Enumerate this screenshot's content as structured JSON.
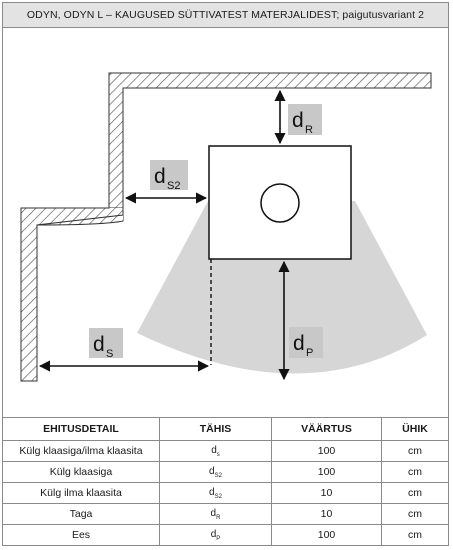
{
  "header": {
    "title": "ODYN, ODYN L – KAUGUSED SÜTTIVATEST MATERJALIDEST; paigutusvariant 2"
  },
  "diagram": {
    "labels": {
      "dR": {
        "main": "d",
        "sub": "R"
      },
      "dS2": {
        "main": "d",
        "sub": "S2"
      },
      "dP": {
        "main": "d",
        "sub": "P"
      },
      "dS": {
        "main": "d",
        "sub": "S"
      }
    },
    "colors": {
      "zone": "#d6d6d6",
      "label_box": "#c8c8c8",
      "line": "#111111",
      "hatch": "#555555"
    }
  },
  "table": {
    "headers": [
      "EHITUSDETAIL",
      "TÄHIS",
      "VÄÄRTUS",
      "ÜHIK"
    ],
    "rows": [
      {
        "detail": "Külg klaasiga/ilma klaasita",
        "symbol": "d",
        "symbol_sub": "s",
        "value": "100",
        "unit": "cm"
      },
      {
        "detail": "Külg klaasiga",
        "symbol": "d",
        "symbol_sub": "S2",
        "value": "100",
        "unit": "cm"
      },
      {
        "detail": "Külg ilma klaasita",
        "symbol": "d",
        "symbol_sub": "S2",
        "value": "10",
        "unit": "cm"
      },
      {
        "detail": "Taga",
        "symbol": "d",
        "symbol_sub": "R",
        "value": "10",
        "unit": "cm"
      },
      {
        "detail": "Ees",
        "symbol": "d",
        "symbol_sub": "P",
        "value": "100",
        "unit": "cm"
      }
    ]
  }
}
